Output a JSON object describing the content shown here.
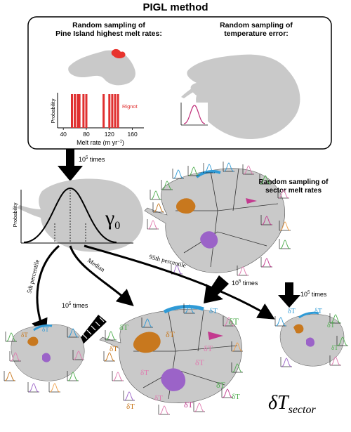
{
  "title": "PIGL method",
  "panel": {
    "left_heading_line1": "Random sampling of",
    "left_heading_line2": "Pine Island highest melt rates:",
    "right_heading_line1": "Random sampling of",
    "right_heading_line2": "temperature error:",
    "hist": {
      "ylabel": "Probability",
      "xlabel": "Melt rate (m yr",
      "xlabel_sup": "−1",
      "xlabel_close": ")",
      "xticks": [
        "40",
        "80",
        "120",
        "160"
      ],
      "legend": "Rignot",
      "xlim": [
        30,
        180
      ],
      "bars": [
        55,
        60,
        65,
        68,
        75,
        80,
        110,
        120,
        125,
        130,
        135
      ]
    }
  },
  "arrow_label_times": "10",
  "arrow_label_exp": "5",
  "arrow_label_suffix": " times",
  "gamma": {
    "symbol": "γ",
    "subscript": "0",
    "ylabel": "Probability"
  },
  "sector_heading_line1": "Random sampling of",
  "sector_heading_line2": "sector melt rates",
  "curves": {
    "p5": "5th percentile",
    "median": "Median",
    "p95": "95th percentile"
  },
  "delta_T": "δT",
  "delta_T_sector_main": "δT",
  "delta_T_sector_sub": "sector",
  "colors": {
    "pine_island": "#e8332d",
    "rignot": "#e03030",
    "temp_curve": "#c0307a",
    "land": "#c9c9c9",
    "brown": "#c8781e",
    "purple": "#9b63c8",
    "blue": "#2f9ad6",
    "magenta": "#c33a8f",
    "green": "#4fae4f",
    "orange": "#f0a04a",
    "pink": "#e07bb0"
  }
}
